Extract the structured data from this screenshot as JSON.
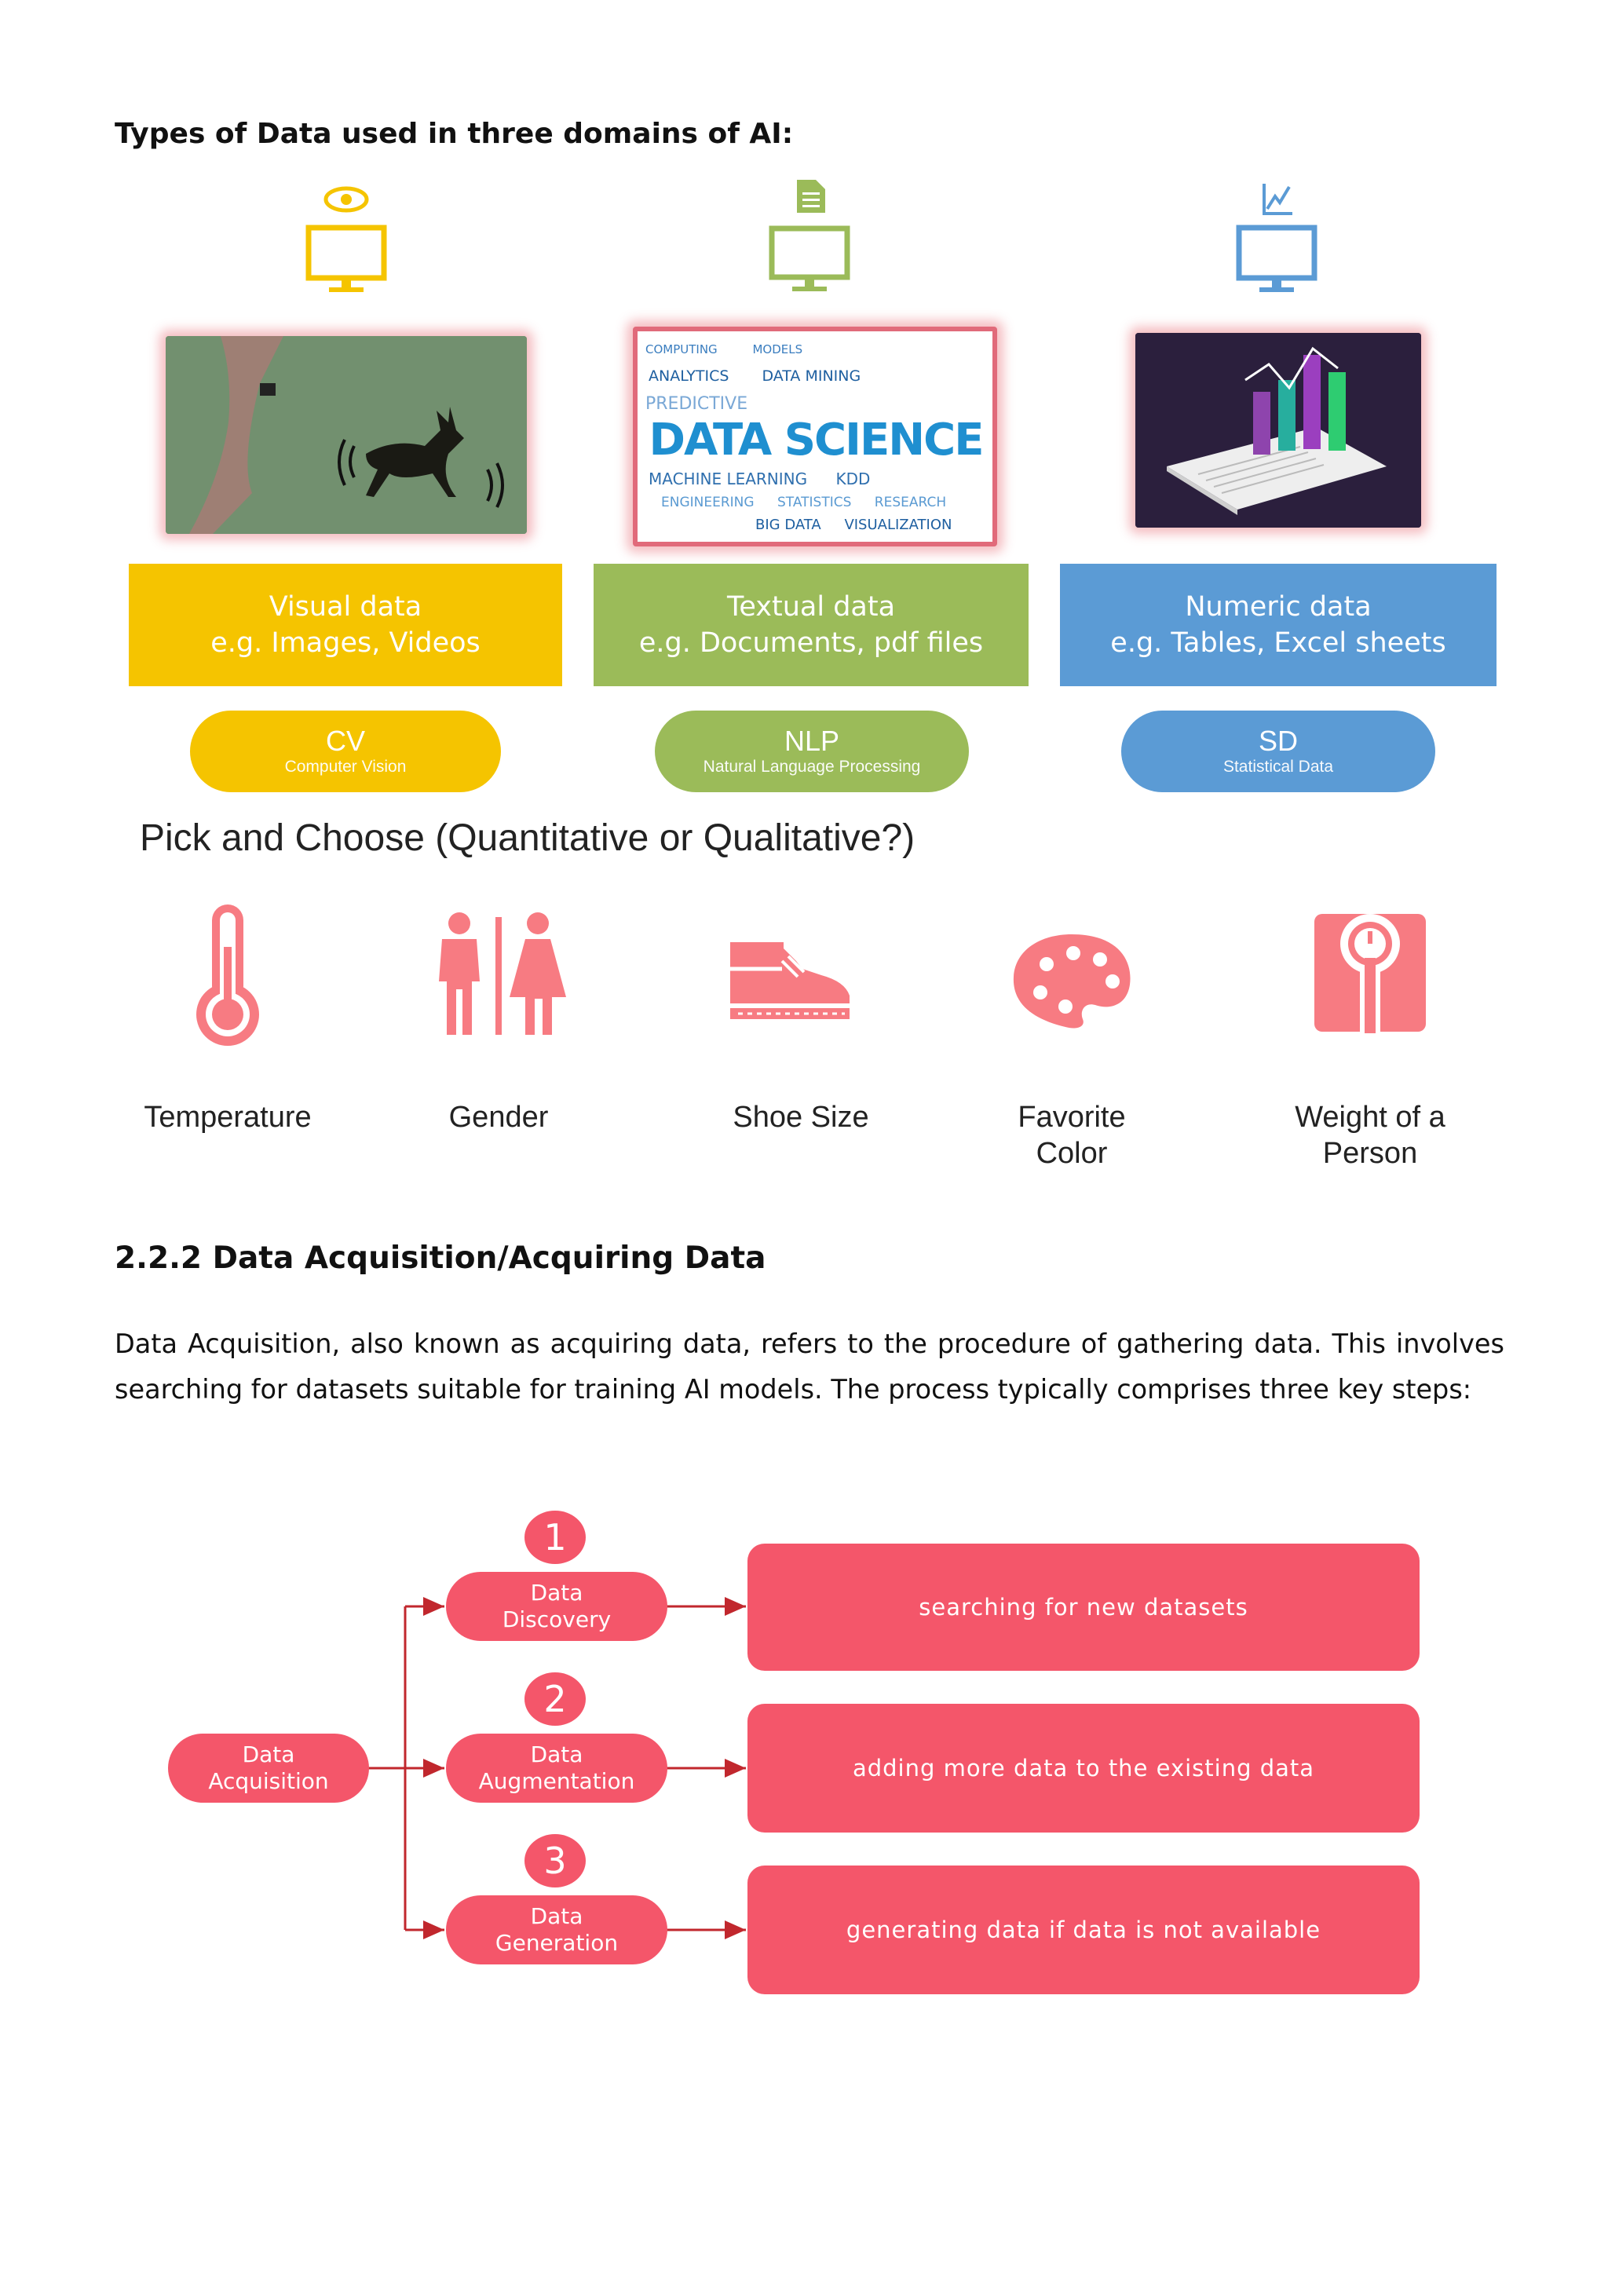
{
  "section_title": "Types of Data used in three domains of AI:",
  "domains": [
    {
      "icon": "eye-icon",
      "color": "#f5c400",
      "category_line1": "Visual data",
      "category_line2": "e.g. Images, Videos",
      "abbr": "CV",
      "full": "Computer Vision"
    },
    {
      "icon": "document-icon",
      "color": "#9bbb59",
      "category_line1": "Textual data",
      "category_line2": "e.g. Documents, pdf files",
      "abbr": "NLP",
      "full": "Natural Language Processing",
      "image_text": {
        "title": "DATA SCIENCE",
        "words": [
          "COMPUTING",
          "MODELS",
          "ANALYTICS",
          "DATA MINING",
          "MACHINE LEARNING",
          "PREDICTIVE",
          "VISUALIZATION",
          "ENGINEERING",
          "STATISTICS",
          "BIG DATA",
          "KDD",
          "RESEARCH"
        ]
      }
    },
    {
      "icon": "chart-icon",
      "color": "#5b9bd5",
      "category_line1": "Numeric data",
      "category_line2": "e.g. Tables, Excel sheets",
      "abbr": "SD",
      "full": "Statistical Data"
    }
  ],
  "pick_title": "Pick and Choose (Quantitative or Qualitative?)",
  "pick_items": [
    {
      "icon": "thermometer-icon",
      "line1": "Temperature",
      "line2": ""
    },
    {
      "icon": "gender-icon",
      "line1": "Gender",
      "line2": ""
    },
    {
      "icon": "shoe-icon",
      "line1": "Shoe Size",
      "line2": ""
    },
    {
      "icon": "palette-icon",
      "line1": "Favorite",
      "line2": "Color"
    },
    {
      "icon": "scale-icon",
      "line1": "Weight of a",
      "line2": "Person"
    }
  ],
  "subsection_title": "2.2.2 Data Acquisition/Acquiring Data",
  "paragraph": "Data Acquisition, also known as acquiring data, refers to the procedure of gathering data. This involves searching for datasets suitable for training AI models. The process typically comprises three key steps:",
  "flow": {
    "root_line1": "Data",
    "root_line2": "Acquisition",
    "accent": "#f4566a",
    "steps": [
      {
        "number": "1",
        "line1": "Data",
        "line2": "Discovery",
        "description": "searching for new datasets"
      },
      {
        "number": "2",
        "line1": "Data",
        "line2": "Augmentation",
        "description": "adding more data to the existing data"
      },
      {
        "number": "3",
        "line1": "Data",
        "line2": "Generation",
        "description": "generating data if data is not available"
      }
    ]
  }
}
